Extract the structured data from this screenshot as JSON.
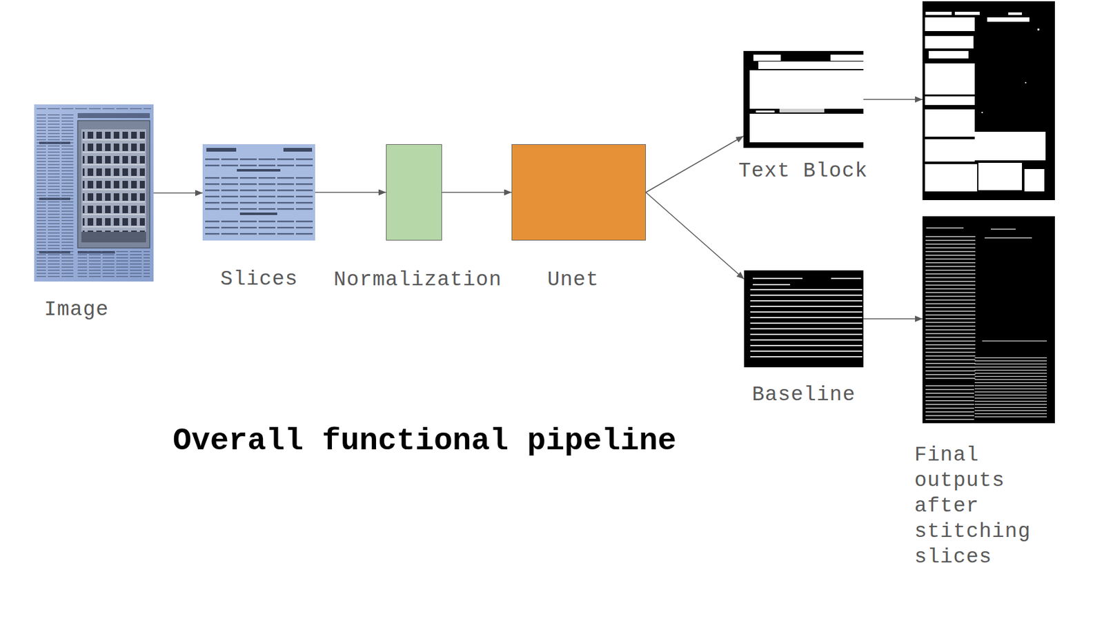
{
  "diagram": {
    "title": "Overall functional pipeline",
    "nodes": [
      {
        "text": [
          "Image"
        ]
      },
      {
        "text": [
          "Slices"
        ]
      },
      {
        "text": [
          "Normalization"
        ]
      },
      {
        "text": [
          "Unet"
        ]
      },
      {
        "text": [
          "Text Block"
        ]
      },
      {
        "text": [
          "Baseline"
        ]
      },
      {
        "text": [
          "Final outputs after stitching slices"
        ]
      }
    ],
    "edges": [
      {
        "from": 0,
        "to": 1,
        "arrow": "to"
      },
      {
        "from": 1,
        "to": 2,
        "arrow": "to"
      },
      {
        "from": 2,
        "to": 3,
        "arrow": "to"
      },
      {
        "from": 3,
        "to": 4,
        "arrow": "to"
      },
      {
        "from": 3,
        "to": 5,
        "arrow": "to"
      },
      {
        "from": 4,
        "to": 6,
        "arrow": "to"
      },
      {
        "from": 5,
        "to": 6,
        "arrow": "to"
      }
    ]
  }
}
